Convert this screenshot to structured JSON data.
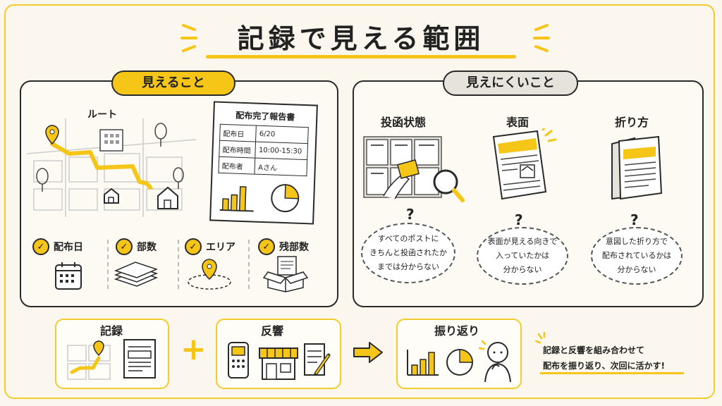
{
  "title": "記録で見える範囲",
  "visible": {
    "heading": "見えること",
    "route_label": "ルート",
    "report": {
      "title": "配布完了報告書",
      "rows": [
        {
          "key": "配布日",
          "value": "6/20"
        },
        {
          "key": "配布時間",
          "value": "10:00-15:30"
        },
        {
          "key": "配布者",
          "value": "Aさん"
        }
      ]
    },
    "items": [
      "配布日",
      "部数",
      "エリア",
      "残部数"
    ]
  },
  "hidden": {
    "heading": "見えにくいこと",
    "columns": [
      {
        "label": "投函状態",
        "question": "?",
        "lines": [
          "すべてのポストに",
          "きちんと投函されたか",
          "までは分からない"
        ]
      },
      {
        "label": "表面",
        "question": "?",
        "lines": [
          "表面が見える向きで",
          "入っていたかは",
          "分からない"
        ]
      },
      {
        "label": "折り方",
        "question": "?",
        "lines": [
          "意図した折り方で",
          "配布されているかは",
          "分からない"
        ]
      }
    ]
  },
  "bottom": {
    "record": "記録",
    "plus": "+",
    "response": "反響",
    "review": "振り返り",
    "note": [
      "記録と反響を組み合わせて",
      "配布を振り返り、次回に活かす!"
    ]
  },
  "colors": {
    "accent": "#f5c518",
    "ink": "#2a2a2a",
    "background": "#fbf7ee",
    "gray_pill": "#e6e3dc"
  }
}
